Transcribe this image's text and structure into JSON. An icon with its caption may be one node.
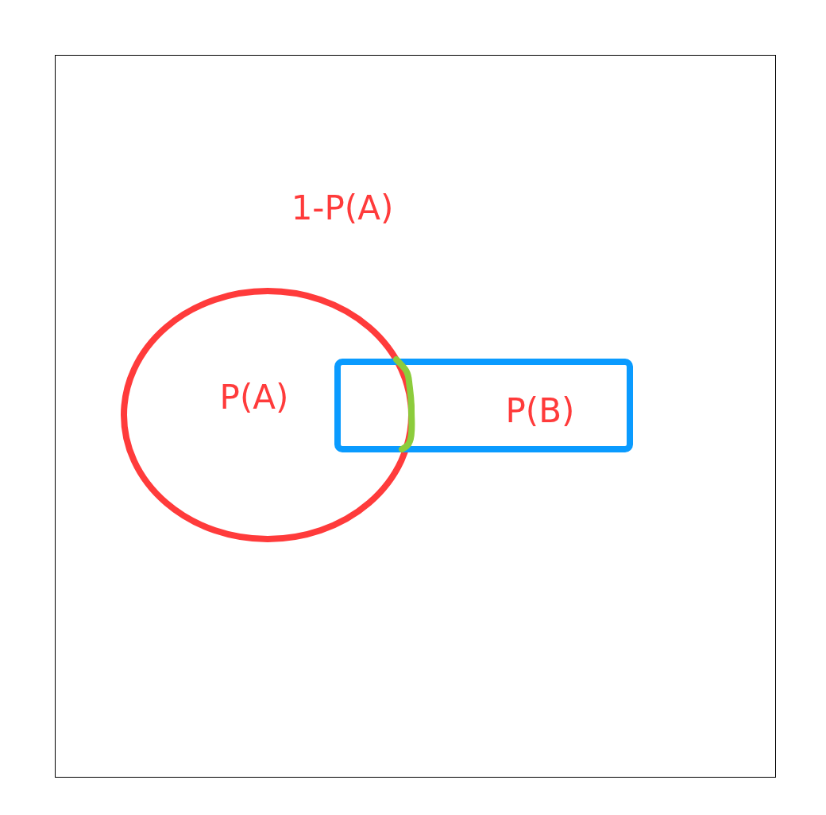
{
  "diagram": {
    "nodes": [
      {
        "text": [
          "1-P(A)"
        ]
      },
      {
        "text": [
          "P(A)"
        ],
        "in": 0
      },
      {
        "text": [
          "P(B)"
        ],
        "in": 0
      }
    ],
    "edges": []
  }
}
